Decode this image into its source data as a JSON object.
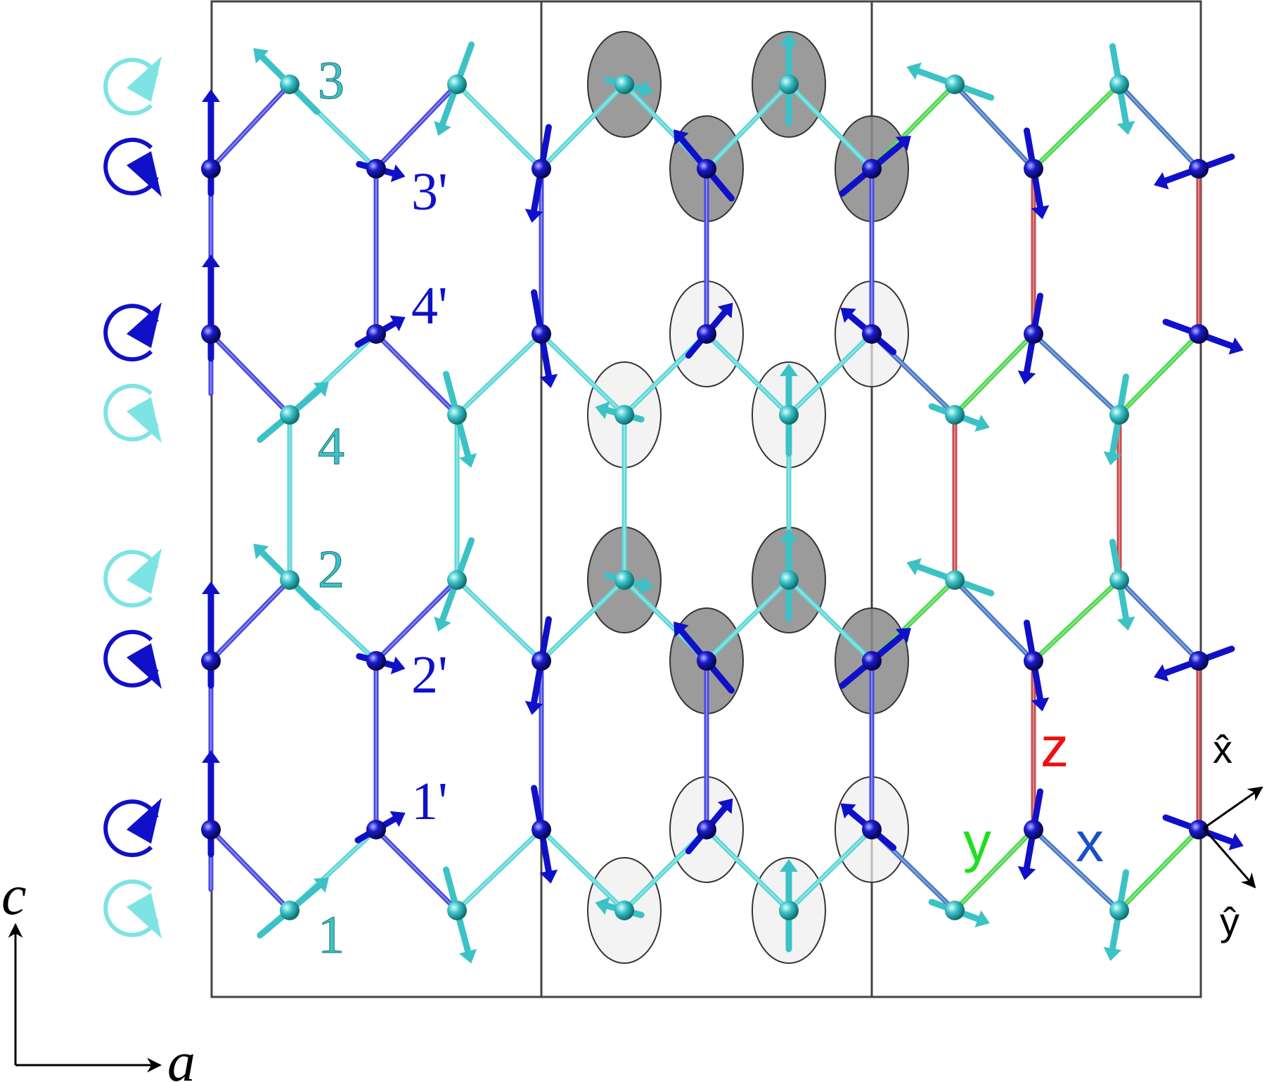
{
  "colors": {
    "cyan": "#3cc2c6",
    "cyan_light": "#7ee3e4",
    "blue": "#1010c8",
    "blue_dark": "#0a0a80",
    "bond_cyan": "#5ed6d8",
    "bond_blue": "#4a4ae0",
    "bond_steel": "#4a78c4",
    "bond_green": "#4ed84e",
    "bond_red": "#c84c4c",
    "frame": "#444444",
    "ellipse_dark": "#8a8a8a",
    "ellipse_light": "#eeeeee",
    "label_z": "#ee1111",
    "label_y": "#22dd22",
    "label_x": "#1850c8"
  },
  "site_labels": [
    {
      "text": "3",
      "color": "cyan"
    },
    {
      "text": "3'",
      "color": "blue"
    },
    {
      "text": "4'",
      "color": "blue"
    },
    {
      "text": "4",
      "color": "cyan"
    },
    {
      "text": "2",
      "color": "cyan"
    },
    {
      "text": "2'",
      "color": "blue"
    },
    {
      "text": "1'",
      "color": "blue"
    },
    {
      "text": "1",
      "color": "cyan"
    }
  ],
  "bond_labels": {
    "z": "z",
    "y": "y",
    "x": "x"
  },
  "axes": {
    "c": "c",
    "a": "a",
    "x_hat": "x̂",
    "y_hat": "ŷ"
  },
  "rotation_icons": [
    {
      "name": "cyan-ccw-icon",
      "color": "cyan"
    },
    {
      "name": "blue-cw-icon",
      "color": "blue"
    },
    {
      "name": "blue-ccw-icon",
      "color": "blue"
    },
    {
      "name": "cyan-cw-icon",
      "color": "cyan"
    },
    {
      "name": "cyan-ccw-icon",
      "color": "cyan"
    },
    {
      "name": "blue-cw-icon",
      "color": "blue"
    },
    {
      "name": "blue-ccw-icon",
      "color": "blue"
    },
    {
      "name": "cyan-cw-icon",
      "color": "cyan"
    }
  ]
}
